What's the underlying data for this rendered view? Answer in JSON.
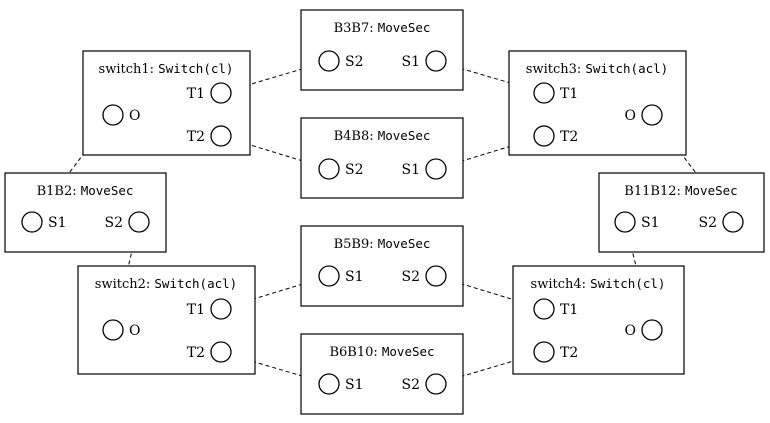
{
  "nodes": [
    {
      "id": "switch1",
      "name": "switch1: ",
      "type": "Switch(cl)",
      "ports": [
        {
          "id": "T1",
          "label": "T1"
        },
        {
          "id": "T2",
          "label": "T2"
        },
        {
          "id": "O",
          "label": "O"
        }
      ]
    },
    {
      "id": "switch2",
      "name": "switch2: ",
      "type": "Switch(acl)",
      "ports": [
        {
          "id": "T1",
          "label": "T1"
        },
        {
          "id": "T2",
          "label": "T2"
        },
        {
          "id": "O",
          "label": "O"
        }
      ]
    },
    {
      "id": "switch3",
      "name": "switch3: ",
      "type": "Switch(acl)",
      "ports": [
        {
          "id": "T1",
          "label": "T1"
        },
        {
          "id": "T2",
          "label": "T2"
        },
        {
          "id": "O",
          "label": "O"
        }
      ]
    },
    {
      "id": "switch4",
      "name": "switch4: ",
      "type": "Switch(cl)",
      "ports": [
        {
          "id": "T1",
          "label": "T1"
        },
        {
          "id": "T2",
          "label": "T2"
        },
        {
          "id": "O",
          "label": "O"
        }
      ]
    },
    {
      "id": "B1B2",
      "name": "B1B2: ",
      "type": "MoveSec",
      "ports": [
        {
          "id": "S1",
          "label": "S1"
        },
        {
          "id": "S2",
          "label": "S2"
        }
      ]
    },
    {
      "id": "B3B7",
      "name": "B3B7: ",
      "type": "MoveSec",
      "ports": [
        {
          "id": "S2",
          "label": "S2"
        },
        {
          "id": "S1",
          "label": "S1"
        }
      ]
    },
    {
      "id": "B4B8",
      "name": "B4B8: ",
      "type": "MoveSec",
      "ports": [
        {
          "id": "S2",
          "label": "S2"
        },
        {
          "id": "S1",
          "label": "S1"
        }
      ]
    },
    {
      "id": "B5B9",
      "name": "B5B9: ",
      "type": "MoveSec",
      "ports": [
        {
          "id": "S1",
          "label": "S1"
        },
        {
          "id": "S2",
          "label": "S2"
        }
      ]
    },
    {
      "id": "B6B10",
      "name": "B6B10: ",
      "type": "MoveSec",
      "ports": [
        {
          "id": "S1",
          "label": "S1"
        },
        {
          "id": "S2",
          "label": "S2"
        }
      ]
    },
    {
      "id": "B11B12",
      "name": "B11B12: ",
      "type": "MoveSec",
      "ports": [
        {
          "id": "S1",
          "label": "S1"
        },
        {
          "id": "S2",
          "label": "S2"
        }
      ]
    }
  ],
  "edges": [
    {
      "from": "switch1.T1",
      "to": "B3B7.S2"
    },
    {
      "from": "switch1.T2",
      "to": "B4B8.S2"
    },
    {
      "from": "switch1.O",
      "to": "B1B2.S1"
    },
    {
      "from": "switch2.O",
      "to": "B1B2.S2"
    },
    {
      "from": "switch2.T1",
      "to": "B5B9.S1"
    },
    {
      "from": "switch2.T2",
      "to": "B6B10.S1"
    },
    {
      "from": "B3B7.S1",
      "to": "switch3.T1"
    },
    {
      "from": "B4B8.S1",
      "to": "switch3.T2"
    },
    {
      "from": "switch3.O",
      "to": "B11B12.S2"
    },
    {
      "from": "B5B9.S2",
      "to": "switch4.T1"
    },
    {
      "from": "B6B10.S2",
      "to": "switch4.T2"
    },
    {
      "from": "B11B12.S1",
      "to": "switch4.O"
    }
  ]
}
